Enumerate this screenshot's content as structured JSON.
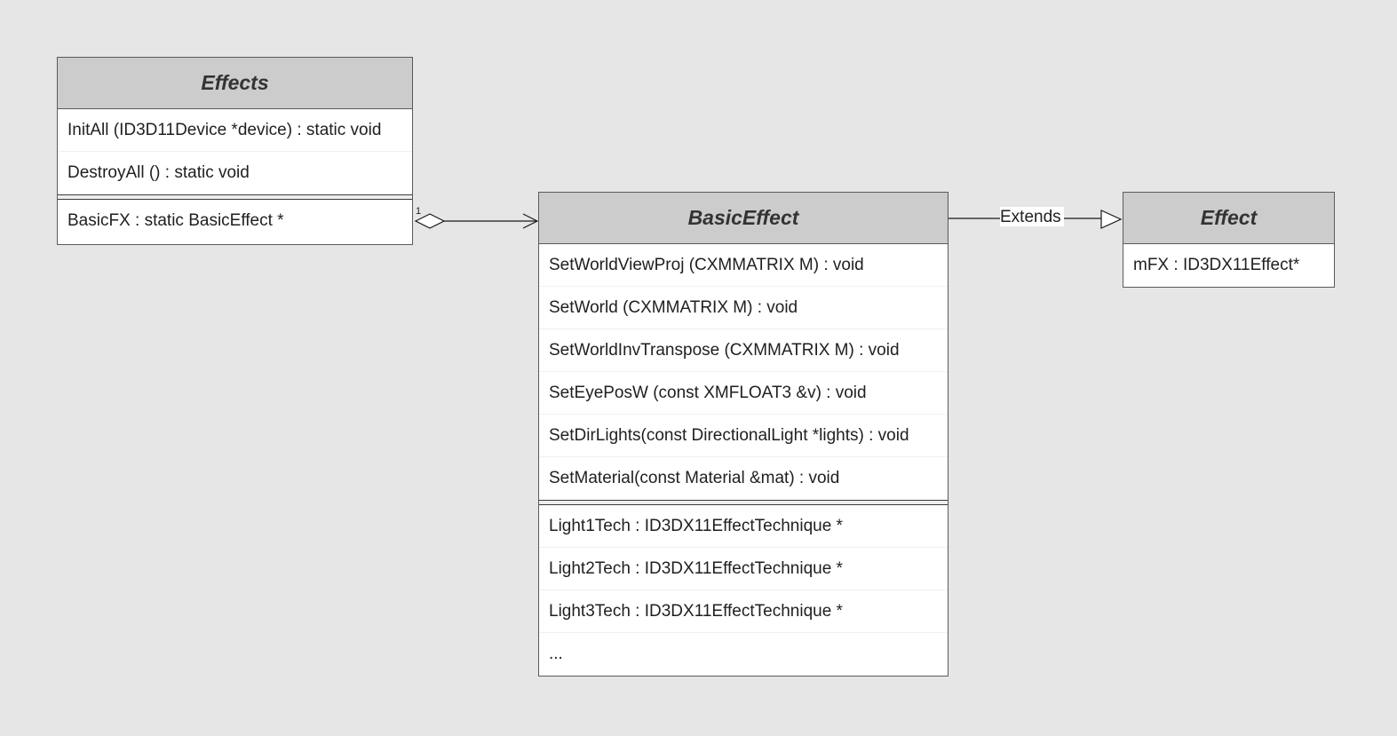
{
  "classes": {
    "effects": {
      "name": "Effects",
      "methods": [
        "InitAll (ID3D11Device *device) : static void",
        "DestroyAll () : static void"
      ],
      "attributes": [
        "BasicFX : static BasicEffect *"
      ]
    },
    "basic_effect": {
      "name": "BasicEffect",
      "methods": [
        "SetWorldViewProj (CXMMATRIX M) : void",
        "SetWorld (CXMMATRIX M) : void",
        "SetWorldInvTranspose (CXMMATRIX M) : void",
        "SetEyePosW (const XMFLOAT3 &v) : void",
        "SetDirLights(const DirectionalLight *lights) : void",
        "SetMaterial(const Material &mat) : void"
      ],
      "attributes": [
        "Light1Tech : ID3DX11EffectTechnique *",
        "Light2Tech : ID3DX11EffectTechnique *",
        "Light3Tech : ID3DX11EffectTechnique *",
        "..."
      ]
    },
    "effect": {
      "name": "Effect",
      "attributes": [
        "mFX : ID3DX11Effect*"
      ]
    }
  },
  "relations": {
    "aggregation": {
      "multiplicity": "1"
    },
    "inheritance": {
      "label": "Extends"
    }
  },
  "colors": {
    "background": "#e6e6e6",
    "header_fill": "#cccccc",
    "body_fill": "#ffffff",
    "border": "#5a5a5a"
  }
}
